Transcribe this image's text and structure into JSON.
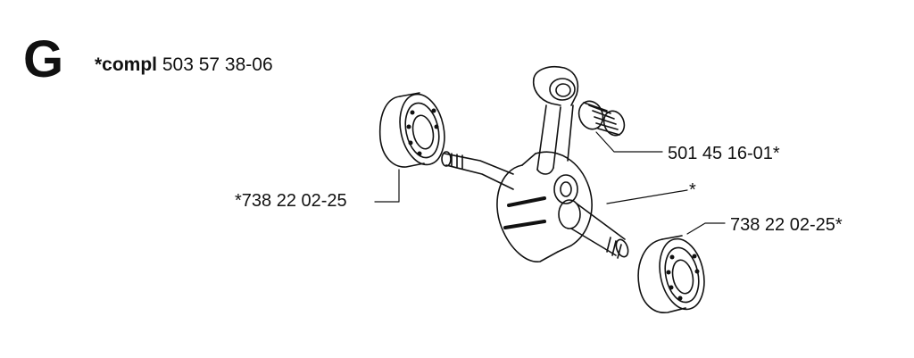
{
  "section": {
    "letter": "G"
  },
  "assembly": {
    "prefix": "*compl",
    "number": "503 57 38-06"
  },
  "parts": {
    "needle_bearing": "501 45 16-01*",
    "bearing_left": "*738 22 02-25",
    "crankshaft_star": "*",
    "bearing_right": "738 22 02-25*"
  },
  "colors": {
    "ink": "#111111",
    "paper": "#ffffff"
  }
}
